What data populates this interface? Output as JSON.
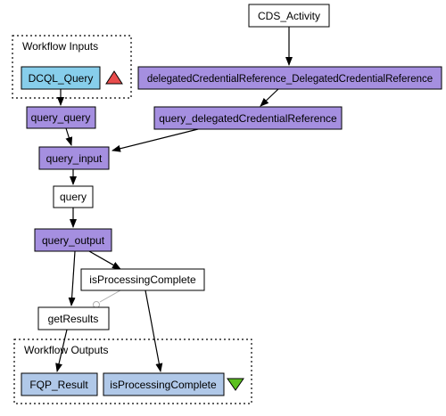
{
  "colors": {
    "white": "#ffffff",
    "purple": "#a58fe0",
    "input_blue": "#87ceeb",
    "output_blue": "#b0c8e8",
    "red_triangle": "#e84c4c",
    "green_triangle": "#5cc020",
    "border": "#000000",
    "group_border": "#000000"
  },
  "groups": {
    "inputs": {
      "label": "Workflow Inputs"
    },
    "outputs": {
      "label": "Workflow Outputs"
    }
  },
  "nodes": {
    "cds_activity": {
      "label": "CDS_Activity"
    },
    "delegated_ref": {
      "label": "delegatedCredentialReference_DelegatedCredentialReference"
    },
    "dcql_query": {
      "label": "DCQL_Query"
    },
    "query_query": {
      "label": "query_query"
    },
    "query_delegated": {
      "label": "query_delegatedCredentialReference"
    },
    "query_input": {
      "label": "query_input"
    },
    "query": {
      "label": "query"
    },
    "query_output": {
      "label": "query_output"
    },
    "is_processing": {
      "label": "isProcessingComplete"
    },
    "get_results": {
      "label": "getResults"
    },
    "fqp_result": {
      "label": "FQP_Result"
    },
    "is_processing_out": {
      "label": "isProcessingComplete"
    }
  },
  "icons": {
    "input_port": "red-up-triangle-icon",
    "output_port": "green-down-triangle-icon"
  }
}
